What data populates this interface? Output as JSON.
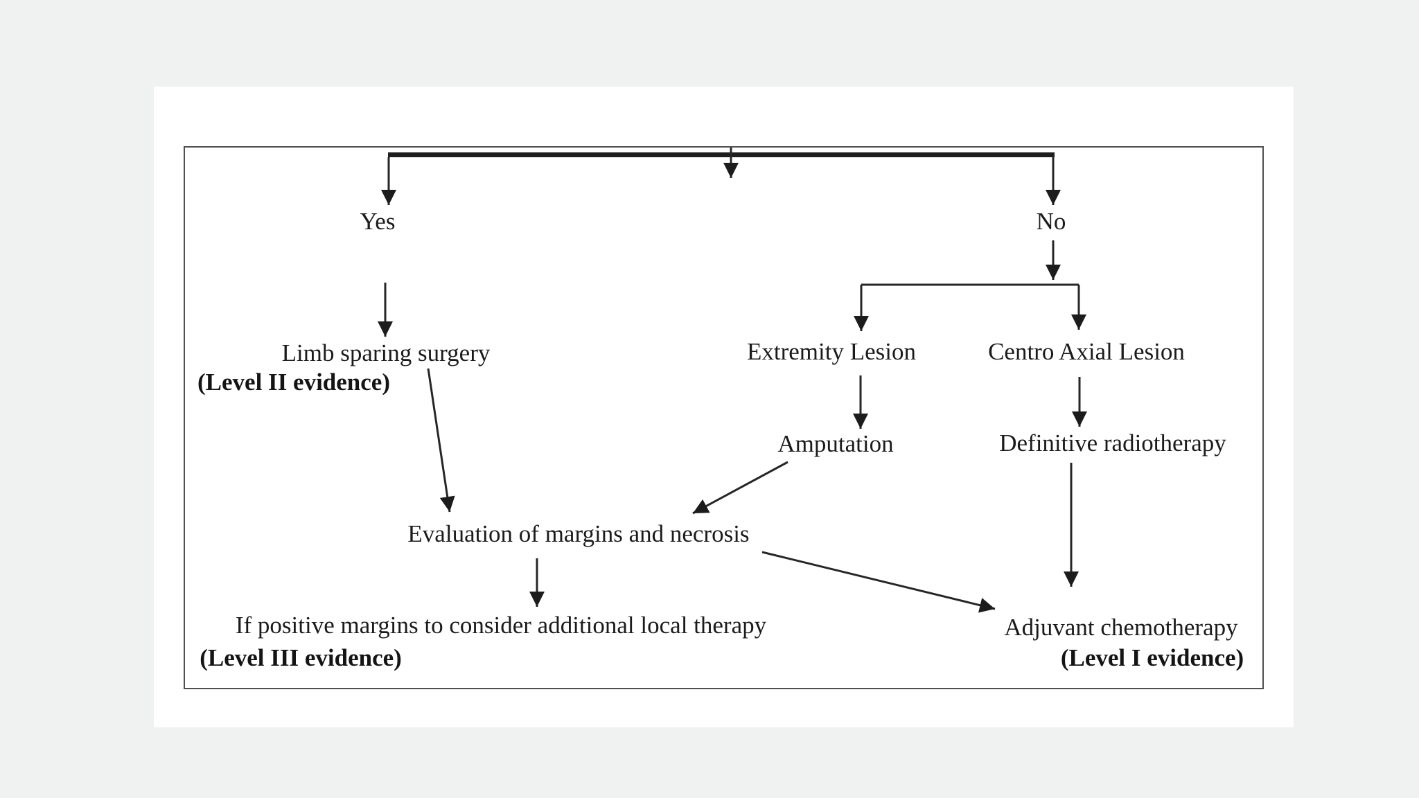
{
  "figure": {
    "description": "Treatment decision flowchart",
    "nodes": {
      "yes": "Yes",
      "no": "No",
      "limb_sparing": "Limb sparing surgery",
      "limb_sparing_evidence": "(Level II evidence)",
      "extremity_lesion": "Extremity Lesion",
      "centro_axial_lesion": "Centro Axial Lesion",
      "amputation": "Amputation",
      "definitive_radiotherapy": "Definitive radiotherapy",
      "evaluation": "Evaluation of margins and necrosis",
      "positive_margins": "If positive margins to consider additional local therapy",
      "positive_margins_evidence": "(Level III evidence)",
      "adjuvant_chemotherapy": "Adjuvant chemotherapy",
      "adjuvant_chemotherapy_evidence": "(Level I evidence)"
    },
    "edges": [
      {
        "from": "start",
        "to": "yes"
      },
      {
        "from": "start",
        "to": "no"
      },
      {
        "from": "yes",
        "to": "limb_sparing"
      },
      {
        "from": "limb_sparing",
        "to": "evaluation"
      },
      {
        "from": "no",
        "to": "extremity_lesion"
      },
      {
        "from": "no",
        "to": "centro_axial_lesion"
      },
      {
        "from": "extremity_lesion",
        "to": "amputation"
      },
      {
        "from": "amputation",
        "to": "evaluation"
      },
      {
        "from": "centro_axial_lesion",
        "to": "definitive_radiotherapy"
      },
      {
        "from": "definitive_radiotherapy",
        "to": "adjuvant_chemotherapy"
      },
      {
        "from": "evaluation",
        "to": "positive_margins"
      },
      {
        "from": "evaluation",
        "to": "adjuvant_chemotherapy"
      }
    ],
    "colors": {
      "page_background": "#f0f1f1",
      "panel_background": "#ffffff",
      "line": "#262626",
      "text": "#1b1b1b",
      "box_border": "#4f4f4f"
    }
  }
}
